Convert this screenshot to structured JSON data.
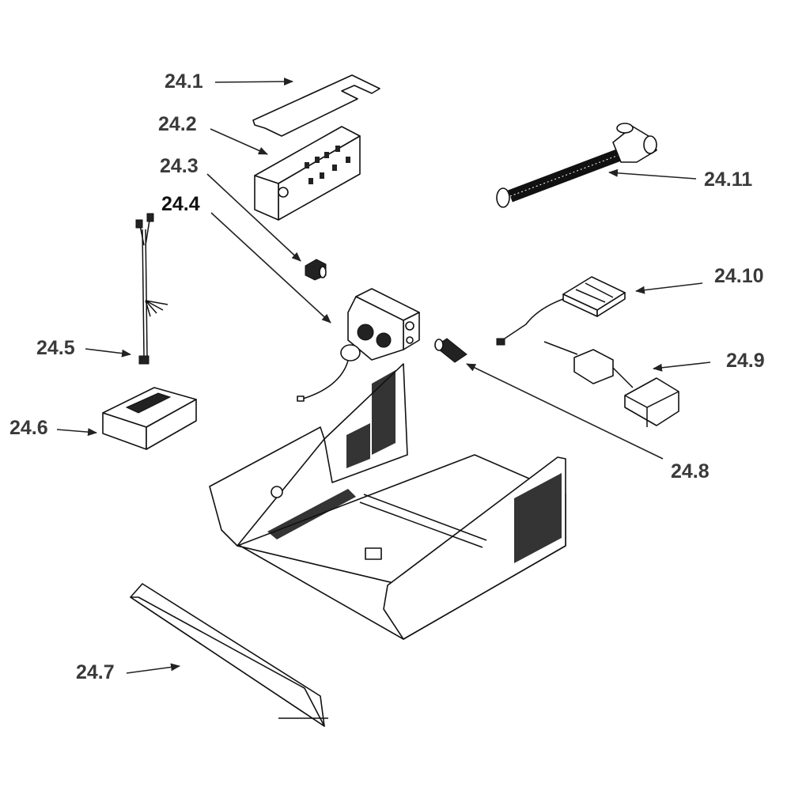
{
  "callouts": [
    {
      "id": "24.1",
      "label": "24.1"
    },
    {
      "id": "24.2",
      "label": "24.2"
    },
    {
      "id": "24.3",
      "label": "24.3"
    },
    {
      "id": "24.4",
      "label": "24.4"
    },
    {
      "id": "24.5",
      "label": "24.5"
    },
    {
      "id": "24.6",
      "label": "24.6"
    },
    {
      "id": "24.7",
      "label": "24.7"
    },
    {
      "id": "24.8",
      "label": "24.8"
    },
    {
      "id": "24.9",
      "label": "24.9"
    },
    {
      "id": "24.10",
      "label": "24.10"
    },
    {
      "id": "24.11",
      "label": "24.11"
    }
  ],
  "colors": {
    "label": "#3a3a3a",
    "line": "#111111"
  }
}
